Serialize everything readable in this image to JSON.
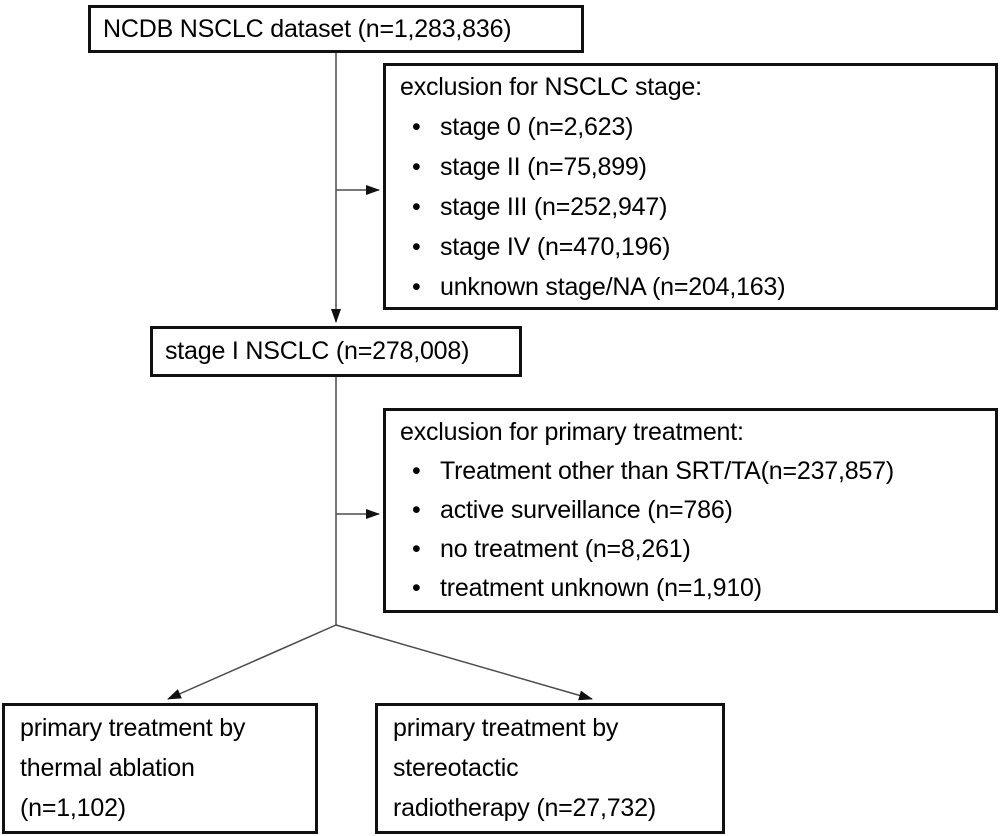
{
  "diagram": {
    "top_box": {
      "label": "NCDB NSCLC dataset (n=1,283,836)"
    },
    "exclusion_stage": {
      "header": "exclusion for NSCLC stage:",
      "items": [
        "stage 0 (n=2,623)",
        "stage II (n=75,899)",
        "stage III (n=252,947)",
        "stage IV (n=470,196)",
        "unknown stage/NA (n=204,163)"
      ]
    },
    "stage1_box": {
      "label": "stage I NSCLC (n=278,008)"
    },
    "exclusion_treatment": {
      "header": "exclusion for primary treatment:",
      "items": [
        "Treatment other than SRT/TA(n=237,857)",
        "active surveillance (n=786)",
        "no treatment (n=8,261)",
        "treatment unknown (n=1,910)"
      ]
    },
    "thermal_box": {
      "lines": [
        "primary treatment by",
        "thermal ablation",
        "(n=1,102)"
      ]
    },
    "srt_box": {
      "lines": [
        "primary treatment by",
        "stereotactic",
        "radiotherapy (n=27,732)"
      ]
    }
  },
  "colors": {
    "background": "#ffffff",
    "text": "#000000",
    "box_border": "#111111",
    "connector_line": "#4a4a4a",
    "arrowhead": "#111111"
  }
}
